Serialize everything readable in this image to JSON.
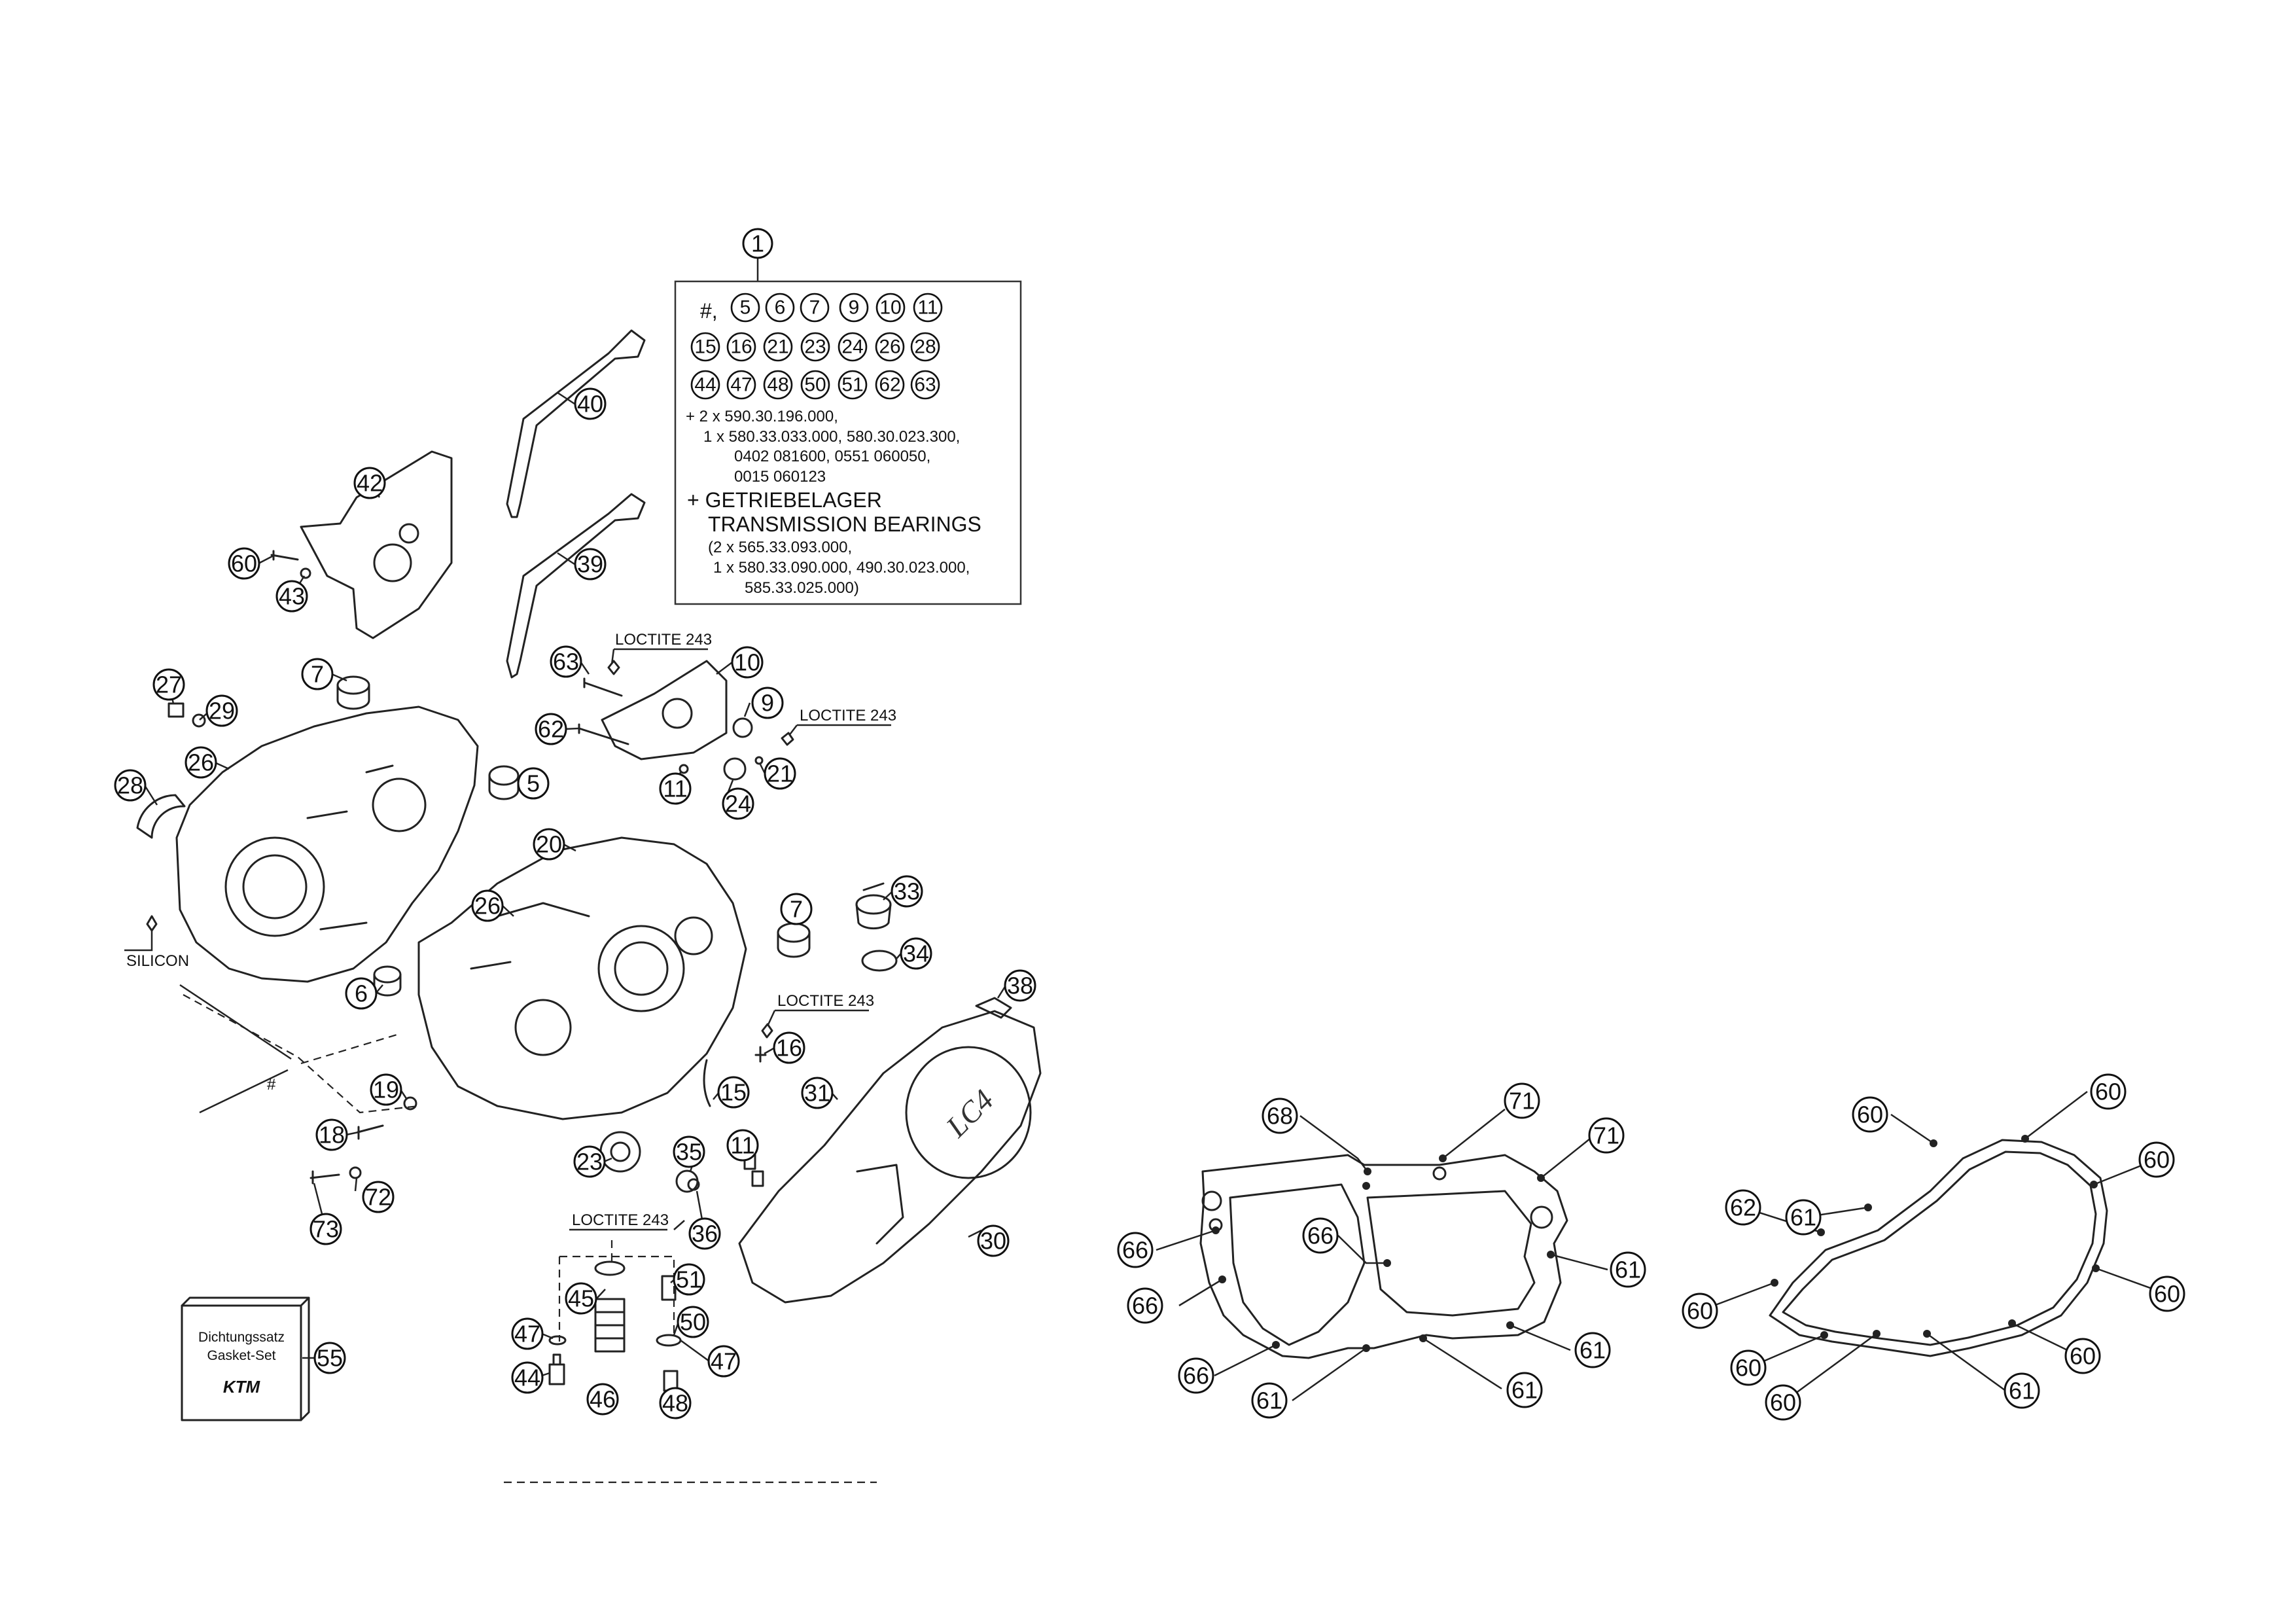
{
  "kit": {
    "number": "1",
    "prefix": "#,",
    "row1": [
      "5",
      "6",
      "7",
      "9",
      "10",
      "11"
    ],
    "row2": [
      "15",
      "16",
      "21",
      "23",
      "24",
      "26",
      "28"
    ],
    "row3": [
      "44",
      "47",
      "48",
      "50",
      "51",
      "62",
      "63"
    ],
    "note1": [
      "+ 2 x 590.30.196.000,",
      "1 x 580.33.033.000, 580.30.023.300,",
      "0402 081600, 0551 060050,",
      "0015 060123"
    ],
    "note2_title": [
      "+ GETRIEBELAGER",
      "TRANSMISSION BEARINGS"
    ],
    "note2": [
      "(2 x 565.33.093.000,",
      "1 x 580.33.090.000, 490.30.023.000,",
      "585.33.025.000)"
    ]
  },
  "annotations": {
    "loctite_1": "LOCTITE 243",
    "loctite_2": "LOCTITE 243",
    "loctite_3": "LOCTITE 243",
    "loctite_4": "LOCTITE 243",
    "silicon": "SILICON",
    "hash": "#"
  },
  "gasket_box": {
    "line1": "Dichtungssatz",
    "line2": "Gasket-Set",
    "logo": "KTM"
  },
  "callouts": {
    "c40": "40",
    "c39": "39",
    "c42": "42",
    "c60a": "60",
    "c43": "43",
    "c27": "27",
    "c29": "29",
    "c7a": "7",
    "c26a": "26",
    "c28": "28",
    "c5": "5",
    "c63": "63",
    "c10": "10",
    "c9": "9",
    "c62": "62",
    "c21": "21",
    "c11a": "11",
    "c24": "24",
    "c20": "20",
    "c26b": "26",
    "c7b": "7",
    "c33": "33",
    "c34": "34",
    "c6": "6",
    "c38": "38",
    "c16": "16",
    "c15": "15",
    "c31": "31",
    "c19": "19",
    "c18": "18",
    "c72": "72",
    "c73": "73",
    "c23": "23",
    "c35": "35",
    "c11b": "11",
    "c36": "36",
    "c30": "30",
    "c51": "51",
    "c45": "45",
    "c50": "50",
    "c47a": "47",
    "c47b": "47",
    "c44": "44",
    "c46": "46",
    "c48": "48",
    "c55": "55",
    "g68": "68",
    "g71a": "71",
    "g71b": "71",
    "g66a": "66",
    "g66b": "66",
    "g66c": "66",
    "g66d": "66",
    "g61a": "61",
    "g61b": "61",
    "g61c": "61",
    "g61d": "61",
    "h60a": "60",
    "h60b": "60",
    "h61a": "61",
    "h60c": "60",
    "h62": "62",
    "h60d": "60",
    "h60e": "60",
    "h60f": "60",
    "h60g": "60",
    "h60h": "60",
    "h61b": "61"
  }
}
